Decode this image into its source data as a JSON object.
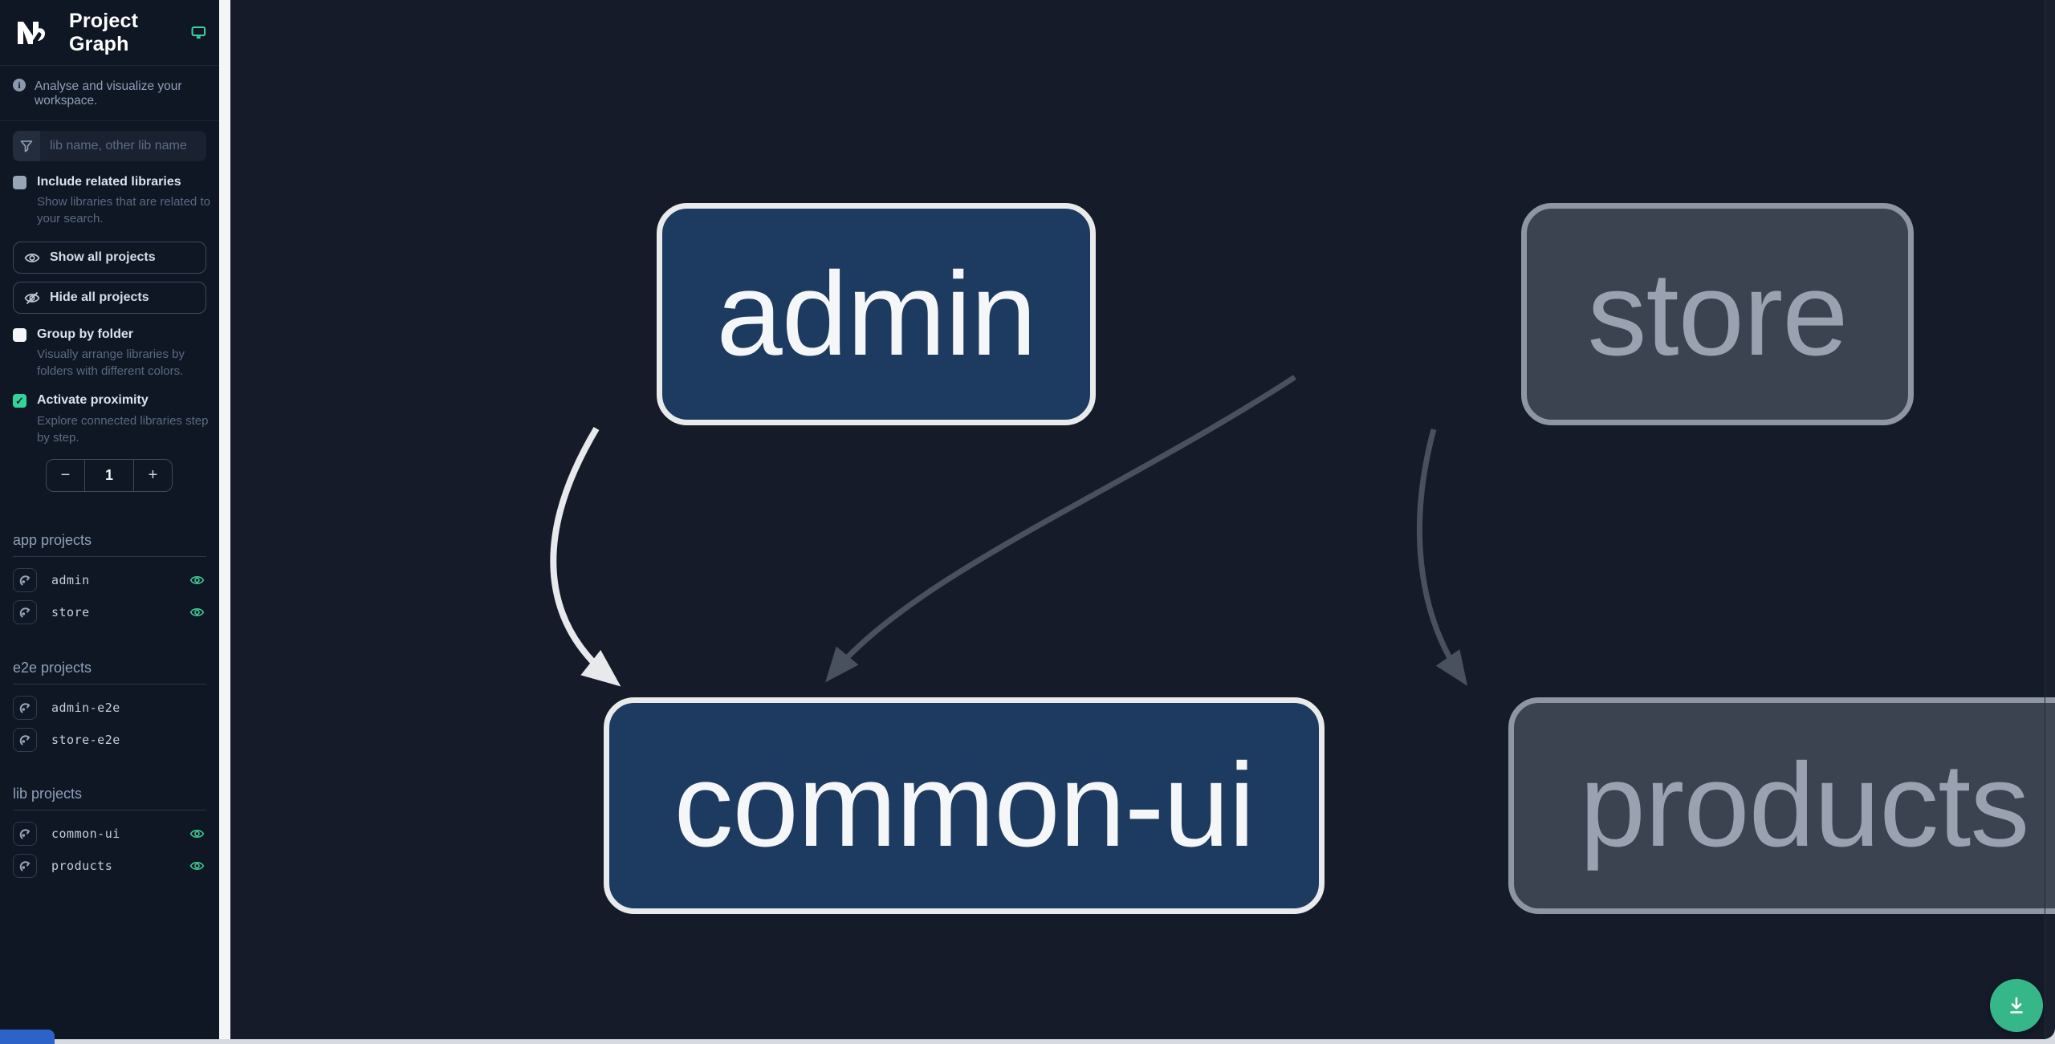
{
  "header": {
    "app_title": "Project Graph",
    "logo": "Nx"
  },
  "sidebar": {
    "info": {
      "text": "Analyse and visualize your workspace."
    },
    "search": {
      "placeholder": "lib name, other lib name"
    },
    "actions": [
      {
        "label": "Show all projects"
      },
      {
        "label": "Hide all projects"
      }
    ],
    "options": [
      {
        "label": "Include related libraries",
        "description": "Show libraries that are related to your search.",
        "checked": false
      },
      {
        "label": "Group by folder",
        "description": "Visually arrange libraries by folders with different colors.",
        "checked": false
      },
      {
        "label": "Activate proximity",
        "description": "Explore connected libraries step by step.",
        "checked": true
      }
    ],
    "proximity_counter": {
      "decrement": "−",
      "value": "1",
      "increment": "+"
    },
    "sections": [
      {
        "title": "app projects",
        "rows": [
          {
            "name": "admin",
            "visible": true
          },
          {
            "name": "store",
            "visible": true
          }
        ]
      },
      {
        "title": "e2e projects",
        "rows": [
          {
            "name": "admin-e2e",
            "visible": false
          },
          {
            "name": "store-e2e",
            "visible": false
          }
        ]
      },
      {
        "title": "lib projects",
        "rows": [
          {
            "name": "common-ui",
            "visible": true
          },
          {
            "name": "products",
            "visible": true
          }
        ]
      }
    ]
  },
  "canvas": {
    "nodes": [
      {
        "id": "admin",
        "label": "admin",
        "state": "focused"
      },
      {
        "id": "store",
        "label": "store",
        "state": "faded"
      },
      {
        "id": "common-ui",
        "label": "common-ui",
        "state": "focused"
      },
      {
        "id": "products",
        "label": "products",
        "state": "faded"
      }
    ],
    "edges": [
      {
        "from": "admin",
        "to": "common-ui",
        "style": "highlighted"
      },
      {
        "from": "store",
        "to": "common-ui",
        "style": "faded"
      },
      {
        "from": "store",
        "to": "products",
        "style": "faded"
      }
    ]
  },
  "colors": {
    "accent_green": "#34d399",
    "fab_green": "#35b789",
    "focused_node_fill": "#1d3b60",
    "focused_node_border": "#e9eaec",
    "faded_node_fill": "#3b4351",
    "faded_node_border": "#8e96a3",
    "highlight_edge": "#e7e9ec",
    "faded_edge": "#49515f",
    "sidebar_bg": "#0f1624",
    "canvas_bg": "#151b29"
  }
}
